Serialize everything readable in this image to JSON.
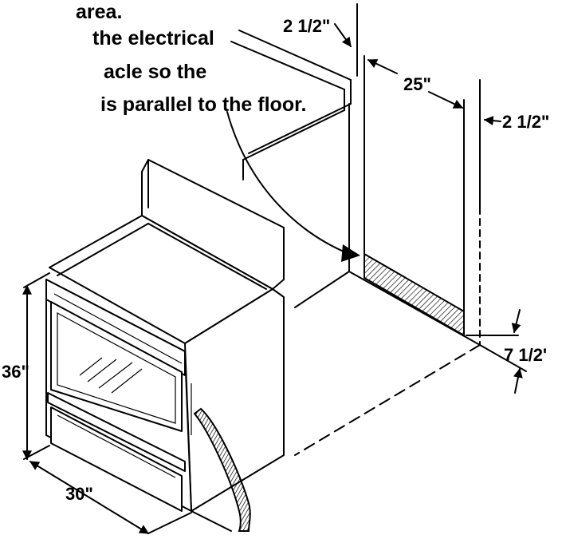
{
  "instructions": {
    "line1": "area.",
    "line2": "the electrical",
    "line3": "acle so the",
    "line4": "is parallel to the floor."
  },
  "dimensions": {
    "side_clearance_left": "2 1/2\"",
    "cutout_width": "25\"",
    "side_clearance_right": "2 1/2\"",
    "cutout_height": "7 1/2'",
    "range_height": "36\"",
    "range_width": "30\""
  },
  "colors": {
    "line": "#000000",
    "background": "#ffffff"
  }
}
